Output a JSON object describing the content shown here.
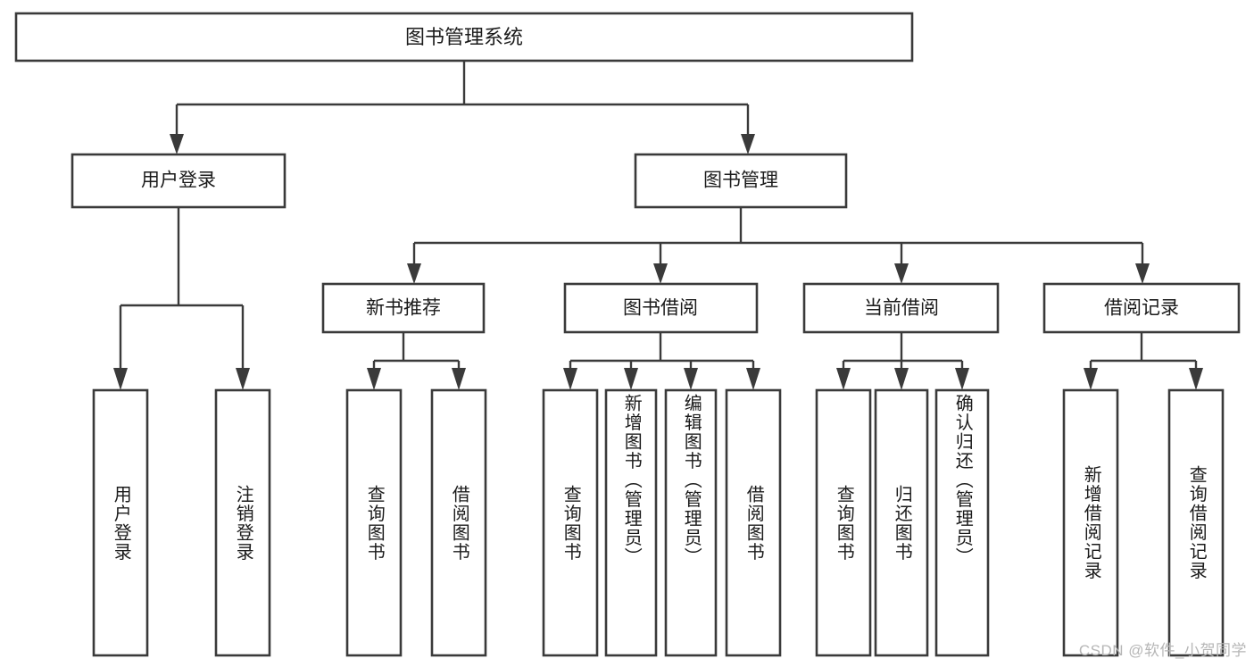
{
  "diagram": {
    "type": "tree",
    "title_node": {
      "id": "root",
      "label": "图书管理系统"
    },
    "level2": [
      {
        "id": "user-login",
        "label": "用户登录"
      },
      {
        "id": "book-manage",
        "label": "图书管理"
      }
    ],
    "level3": [
      {
        "id": "new-book-rec",
        "label": "新书推荐",
        "parent": "book-manage"
      },
      {
        "id": "book-borrow",
        "label": "图书借阅",
        "parent": "book-manage"
      },
      {
        "id": "current-borrow",
        "label": "当前借阅",
        "parent": "book-manage"
      },
      {
        "id": "borrow-record",
        "label": "借阅记录",
        "parent": "book-manage"
      }
    ],
    "leaves": [
      {
        "id": "leaf-user-login",
        "label": "用户登录",
        "parent": "user-login"
      },
      {
        "id": "leaf-user-logout",
        "label": "注销登录",
        "parent": "user-login"
      },
      {
        "id": "leaf-query-book-1",
        "label": "查询图书",
        "parent": "new-book-rec"
      },
      {
        "id": "leaf-borrow-book-1",
        "label": "借阅图书",
        "parent": "new-book-rec"
      },
      {
        "id": "leaf-query-book-2",
        "label": "查询图书",
        "parent": "book-borrow"
      },
      {
        "id": "leaf-add-book",
        "label": "新增图书（管理员）",
        "parent": "book-borrow"
      },
      {
        "id": "leaf-edit-book",
        "label": "编辑图书（管理员）",
        "parent": "book-borrow"
      },
      {
        "id": "leaf-borrow-book-2",
        "label": "借阅图书",
        "parent": "book-borrow"
      },
      {
        "id": "leaf-query-book-3",
        "label": "查询图书",
        "parent": "current-borrow"
      },
      {
        "id": "leaf-return-book",
        "label": "归还图书",
        "parent": "current-borrow"
      },
      {
        "id": "leaf-confirm-return",
        "label": "确认归还（管理员）",
        "parent": "current-borrow"
      },
      {
        "id": "leaf-add-record",
        "label": "新增借阅记录",
        "parent": "borrow-record"
      },
      {
        "id": "leaf-query-record",
        "label": "查询借阅记录",
        "parent": "borrow-record"
      }
    ]
  },
  "watermark": {
    "text": "CSDN @软件_小贺同学"
  },
  "colors": {
    "stroke": "#3a3a3a",
    "box_fill": "#ffffff",
    "text": "#1b1b1b",
    "background": "#ffffff",
    "watermark": "#b6b6b6"
  }
}
